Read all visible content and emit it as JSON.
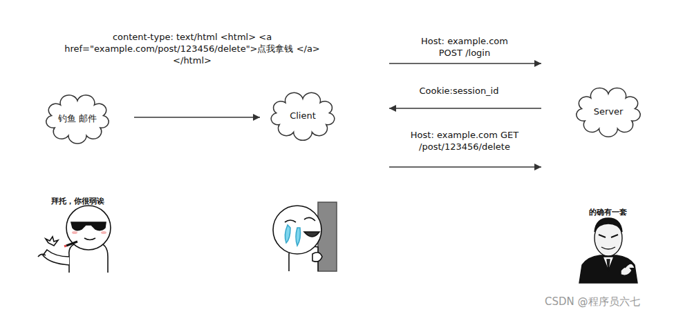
{
  "diagram": {
    "nodes": [
      {
        "text": [
          "钓鱼 邮件"
        ]
      },
      {
        "text": [
          "Client"
        ]
      },
      {
        "text": [
          "Server"
        ]
      }
    ],
    "edges": [
      {
        "from": 0,
        "to": 1,
        "arrow": "to",
        "label": "content-type: text/html <html> <a href=\"example.com/post/123456/delete\">点我拿钱 </a> </html>"
      },
      {
        "from": 1,
        "to": 2,
        "arrow": "to",
        "label": "Host: example.com POST /login"
      },
      {
        "from": 2,
        "to": 1,
        "arrow": "to",
        "label": "Cookie:session_id"
      },
      {
        "from": 1,
        "to": 2,
        "arrow": "to",
        "label": "Host: example.com GET /post/123456/delete"
      }
    ],
    "labels": [
      "拜托，你很弱诶",
      "的确有一套",
      "CSDN @程序员六七"
    ]
  }
}
